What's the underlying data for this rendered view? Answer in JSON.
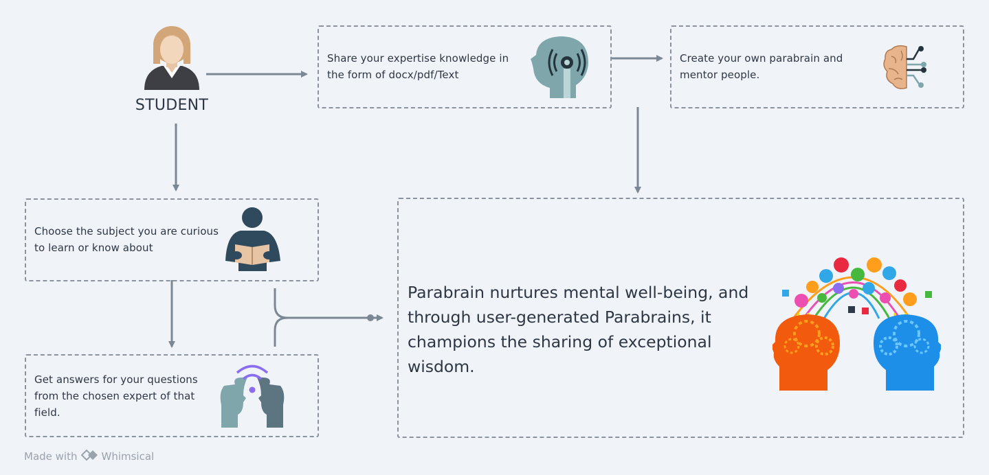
{
  "student": {
    "label": "STUDENT"
  },
  "boxes": {
    "share": "Share your expertise knowledge in\nthe form of docx/pdf/Text",
    "create": "Create your own parabrain and\nmentor people.",
    "choose": "Choose the subject you are curious\n to learn or know about",
    "answers": "Get answers for your questions\nfrom the chosen expert of that\nfield.",
    "main": "Parabrain nurtures mental well-being, and\nthrough user-generated Parabrains, it\nchampions the sharing of exceptional wisdom."
  },
  "icons": {
    "student": "student-avatar-icon",
    "share": "head-broadcast-icon",
    "create": "brain-circuit-icon",
    "choose": "person-reading-icon",
    "answers": "two-heads-signal-icon",
    "main": "knowledge-sharing-heads-illustration"
  },
  "colors": {
    "background": "#f0f3f7",
    "arrow": "#7b8793",
    "dashed_border": "#8a939d",
    "head_teal": "#7fa6ab",
    "reader_dark": "#2f4a5c",
    "head_orange": "#f25a0d",
    "head_blue": "#1d8fe8"
  },
  "footer": {
    "made_with": "Made with",
    "brand": "Whimsical"
  }
}
